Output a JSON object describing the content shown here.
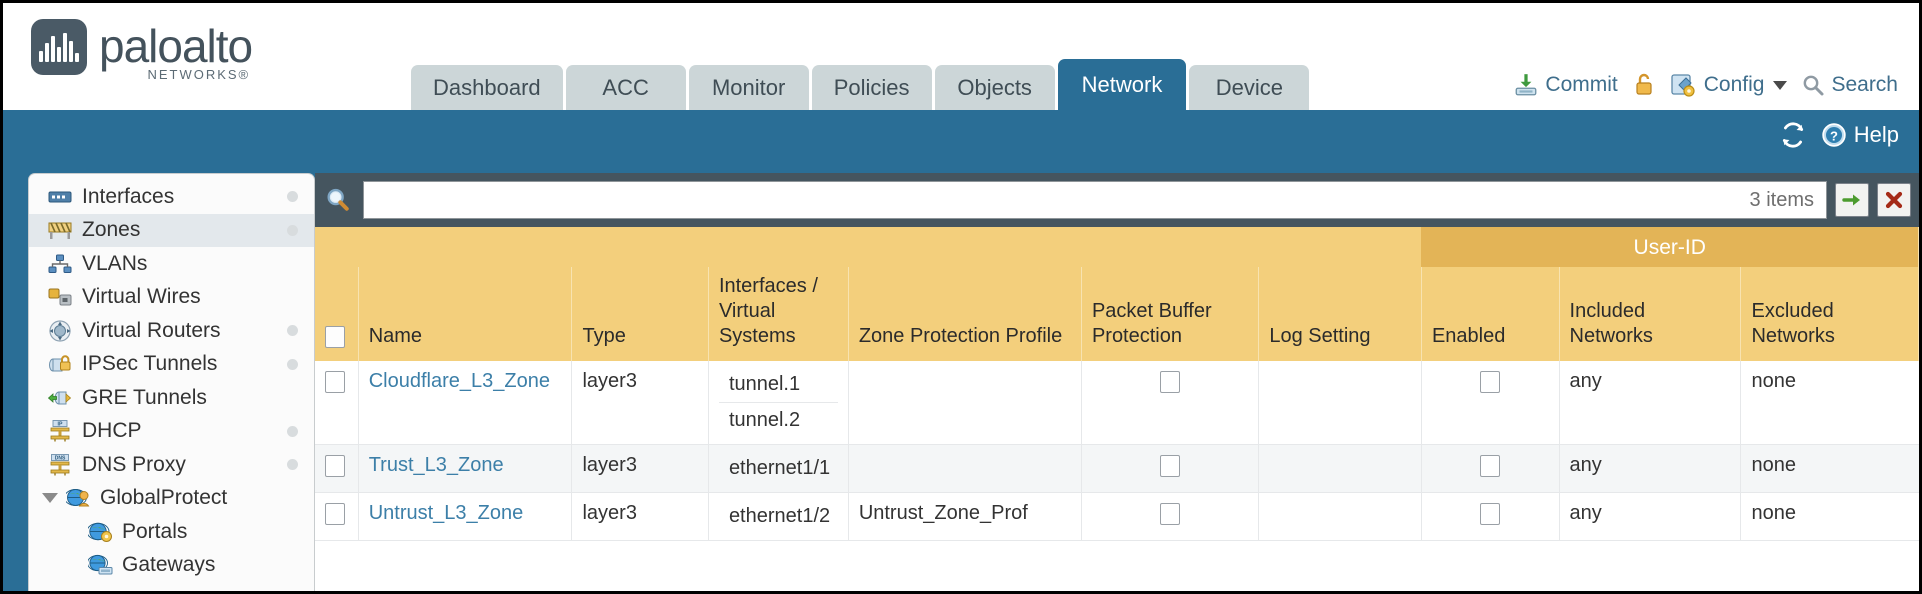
{
  "brand": {
    "name": "paloalto",
    "sub": "NETWORKS®"
  },
  "header": {
    "tabs": [
      {
        "label": "Dashboard",
        "active": false
      },
      {
        "label": "ACC",
        "active": false
      },
      {
        "label": "Monitor",
        "active": false
      },
      {
        "label": "Policies",
        "active": false
      },
      {
        "label": "Objects",
        "active": false
      },
      {
        "label": "Network",
        "active": true
      },
      {
        "label": "Device",
        "active": false
      }
    ],
    "actions": {
      "commit": "Commit",
      "lock_icon": "padlock-icon",
      "config": "Config",
      "search": "Search"
    }
  },
  "blueband": {
    "refresh_icon": "refresh-icon",
    "help": "Help"
  },
  "sidebar": {
    "items": [
      {
        "label": "Interfaces",
        "icon": "interfaces-icon",
        "selected": false,
        "dot": true,
        "child": false,
        "expander": false
      },
      {
        "label": "Zones",
        "icon": "zones-icon",
        "selected": true,
        "dot": true,
        "child": false,
        "expander": false
      },
      {
        "label": "VLANs",
        "icon": "vlans-icon",
        "selected": false,
        "dot": false,
        "child": false,
        "expander": false
      },
      {
        "label": "Virtual Wires",
        "icon": "virtual-wires-icon",
        "selected": false,
        "dot": false,
        "child": false,
        "expander": false
      },
      {
        "label": "Virtual Routers",
        "icon": "virtual-routers-icon",
        "selected": false,
        "dot": true,
        "child": false,
        "expander": false
      },
      {
        "label": "IPSec Tunnels",
        "icon": "ipsec-tunnels-icon",
        "selected": false,
        "dot": true,
        "child": false,
        "expander": false
      },
      {
        "label": "GRE Tunnels",
        "icon": "gre-tunnels-icon",
        "selected": false,
        "dot": false,
        "child": false,
        "expander": false
      },
      {
        "label": "DHCP",
        "icon": "dhcp-icon",
        "selected": false,
        "dot": true,
        "child": false,
        "expander": false
      },
      {
        "label": "DNS Proxy",
        "icon": "dns-proxy-icon",
        "selected": false,
        "dot": true,
        "child": false,
        "expander": false
      },
      {
        "label": "GlobalProtect",
        "icon": "globalprotect-icon",
        "selected": false,
        "dot": false,
        "child": false,
        "expander": true
      },
      {
        "label": "Portals",
        "icon": "portals-icon",
        "selected": false,
        "dot": false,
        "child": true,
        "expander": false
      },
      {
        "label": "Gateways",
        "icon": "gateways-icon",
        "selected": false,
        "dot": false,
        "child": true,
        "expander": false
      }
    ]
  },
  "filterbar": {
    "search_icon": "search-icon",
    "value": "",
    "placeholder": "",
    "items_count": "3 items",
    "apply_icon": "green-arrow-icon",
    "clear_icon": "red-x-icon"
  },
  "table": {
    "group_header": "User-ID",
    "columns": [
      "Name",
      "Type",
      "Interfaces / Virtual Systems",
      "Zone Protection Profile",
      "Packet Buffer Protection",
      "Log Setting",
      "Enabled",
      "Included Networks",
      "Excluded Networks"
    ],
    "rows": [
      {
        "selected": false,
        "name": "Cloudflare_L3_Zone",
        "type": "layer3",
        "interfaces": [
          "tunnel.1",
          "tunnel.2"
        ],
        "zone_protection_profile": "",
        "packet_buffer_protection": false,
        "log_setting": "",
        "userid_enabled": false,
        "included_networks": "any",
        "excluded_networks": "none"
      },
      {
        "selected": false,
        "name": "Trust_L3_Zone",
        "type": "layer3",
        "interfaces": [
          "ethernet1/1"
        ],
        "zone_protection_profile": "",
        "packet_buffer_protection": false,
        "log_setting": "",
        "userid_enabled": false,
        "included_networks": "any",
        "excluded_networks": "none"
      },
      {
        "selected": false,
        "name": "Untrust_L3_Zone",
        "type": "layer3",
        "interfaces": [
          "ethernet1/2"
        ],
        "zone_protection_profile": "Untrust_Zone_Prof",
        "packet_buffer_protection": false,
        "log_setting": "",
        "userid_enabled": false,
        "included_networks": "any",
        "excluded_networks": "none"
      }
    ]
  },
  "colors": {
    "brand_blue": "#2a6e96",
    "header_yellow": "#f3cf7c",
    "group_gold": "#e3b457",
    "link_blue": "#3c7fa8",
    "tab_inactive": "#ccd6d8"
  }
}
